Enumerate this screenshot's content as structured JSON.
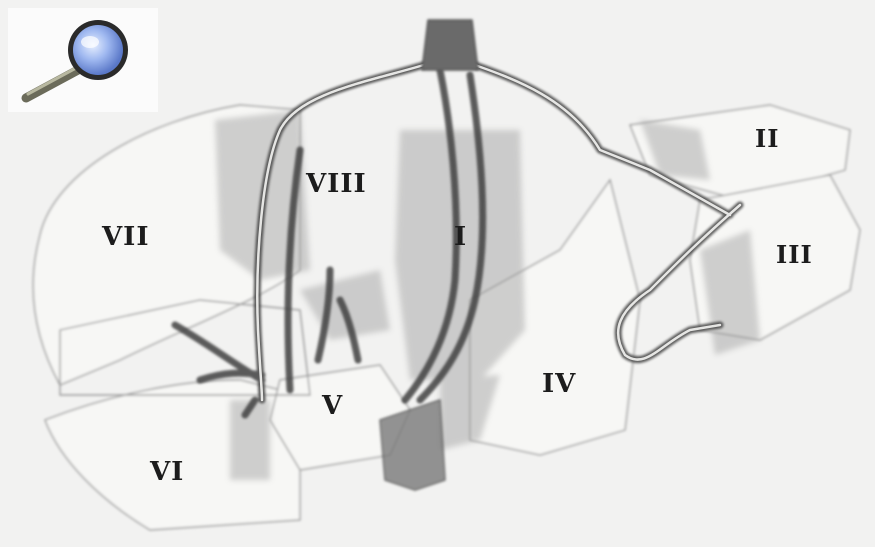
{
  "figure": {
    "segments": [
      {
        "key": "I",
        "label": "I"
      },
      {
        "key": "II",
        "label": "II"
      },
      {
        "key": "III",
        "label": "III"
      },
      {
        "key": "IV",
        "label": "IV"
      },
      {
        "key": "V",
        "label": "V"
      },
      {
        "key": "VI",
        "label": "VI"
      },
      {
        "key": "VII",
        "label": "VII"
      },
      {
        "key": "VIII",
        "label": "VIII"
      }
    ]
  },
  "toolbar": {
    "zoom_icon": "magnifier-icon"
  },
  "colors": {
    "background": "#f2f2f1",
    "outline": "#8a8a8a",
    "vessel": "#4a4a4a",
    "shade": "#9b9b9b"
  }
}
